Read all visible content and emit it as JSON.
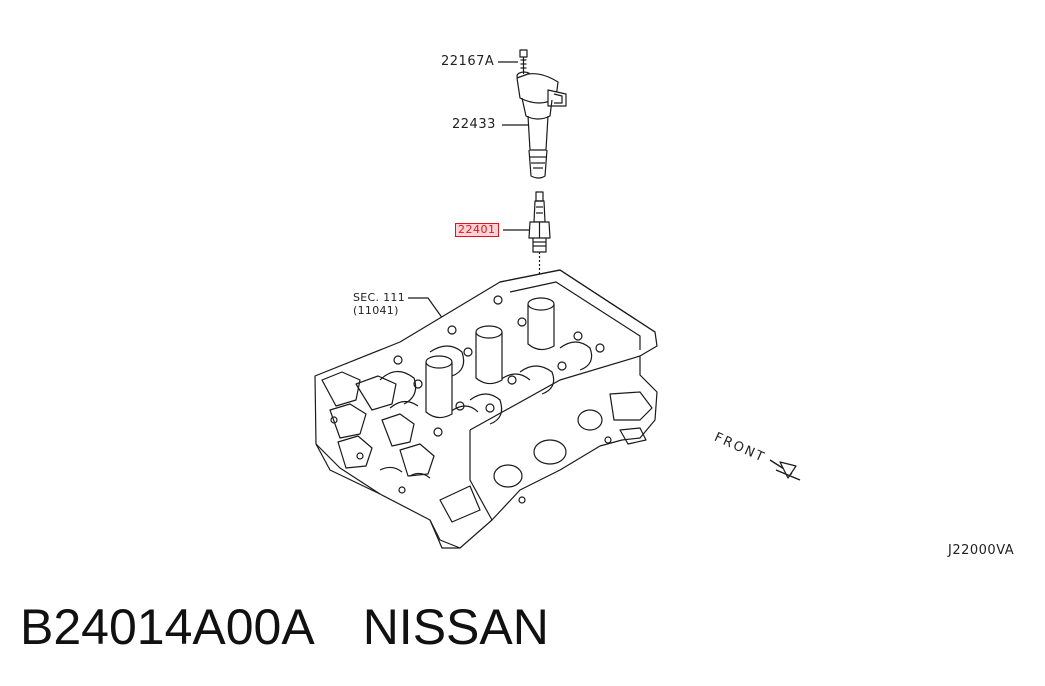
{
  "callouts": {
    "bolt": "22167A",
    "coil": "22433",
    "spark_plug": "22401",
    "sec_ref": "SEC. 111",
    "sec_sub": "(11041)",
    "diagram_code": "J22000VA"
  },
  "direction_label": "FRONT",
  "footer": {
    "part_number": "B24014A00A",
    "maker": "NISSAN"
  },
  "colors": {
    "line": "#1a1a1a",
    "highlight_border": "#e0141e",
    "highlight_fill": "#fbd3d5"
  }
}
